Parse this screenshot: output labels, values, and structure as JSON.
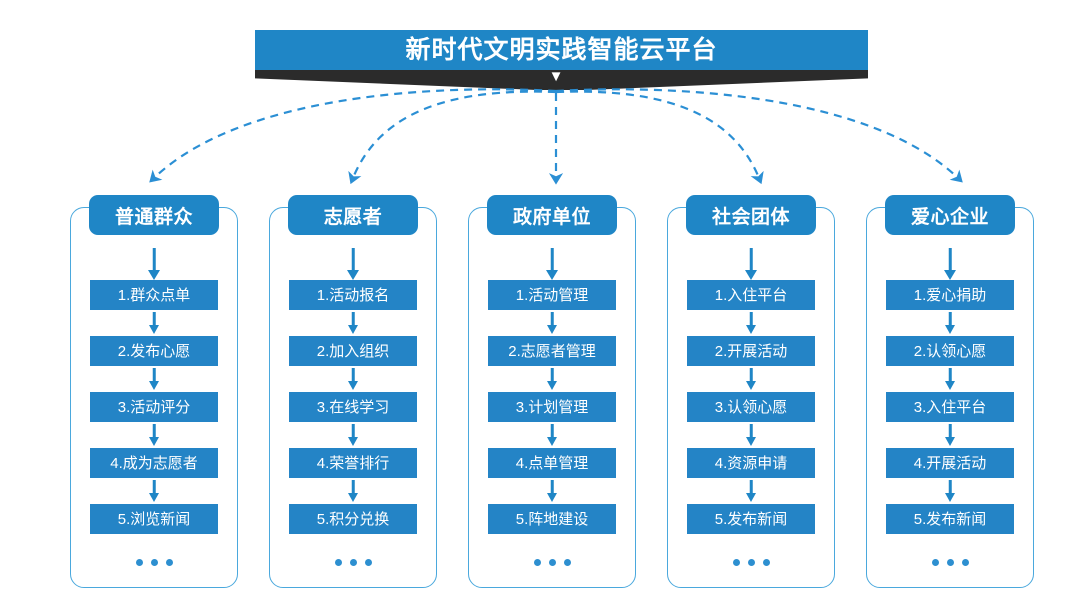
{
  "title": {
    "text": "新时代文明实践智能云平台",
    "chevron": "▼"
  },
  "colors": {
    "banner_blue": "#1f86c6",
    "box_blue": "#2484c6",
    "border_blue": "#4aa8dd",
    "shadow_dark": "#2b2b2b",
    "dot_blue": "#2d8fd0",
    "text_white": "#ffffff"
  },
  "ellipsis_label": "...",
  "columns": [
    {
      "header": "普通群众",
      "items": [
        "1.群众点单",
        "2.发布心愿",
        "3.活动评分",
        "4.成为志愿者",
        "5.浏览新闻"
      ]
    },
    {
      "header": "志愿者",
      "items": [
        "1.活动报名",
        "2.加入组织",
        "3.在线学习",
        "4.荣誉排行",
        "5.积分兑换"
      ]
    },
    {
      "header": "政府单位",
      "items": [
        "1.活动管理",
        "2.志愿者管理",
        "3.计划管理",
        "4.点单管理",
        "5.阵地建设"
      ]
    },
    {
      "header": "社会团体",
      "items": [
        "1.入住平台",
        "2.开展活动",
        "3.认领心愿",
        "4.资源申请",
        "5.发布新闻"
      ]
    },
    {
      "header": "爱心企业",
      "items": [
        "1.爱心捐助",
        "2.认领心愿",
        "3.入住平台",
        "4.开展活动",
        "5.发布新闻"
      ]
    }
  ]
}
